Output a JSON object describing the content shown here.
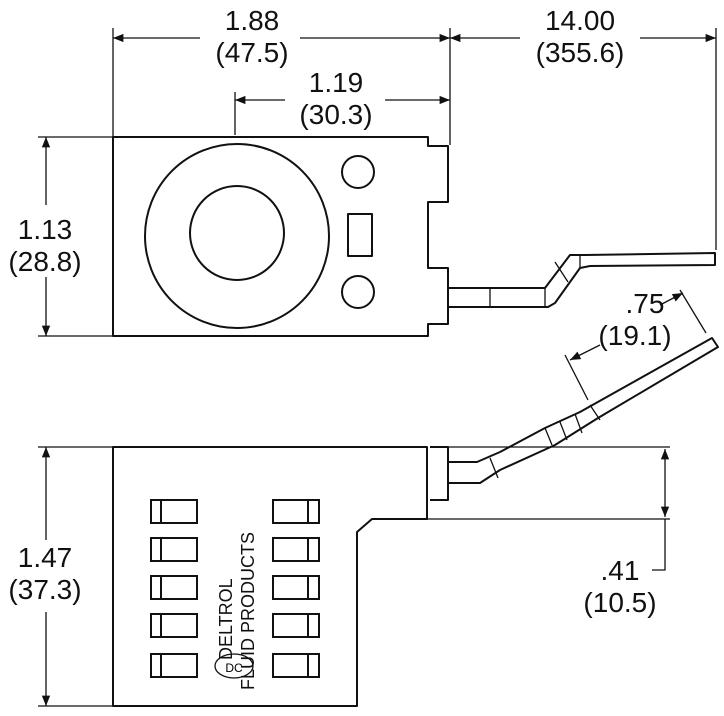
{
  "dimensions": {
    "width_total": {
      "in": "1.88",
      "mm": "(47.5)"
    },
    "lead_length": {
      "in": "14.00",
      "mm": "(355.6)"
    },
    "center_offset": {
      "in": "1.19",
      "mm": "(30.3)"
    },
    "top_height": {
      "in": "1.13",
      "mm": "(28.8)"
    },
    "strip_length": {
      "in": ".75",
      "mm": "(19.1)"
    },
    "side_height": {
      "in": "1.47",
      "mm": "(37.3)"
    },
    "step_height": {
      "in": ".41",
      "mm": "(10.5)"
    }
  },
  "logo": {
    "line1": "DELTROL",
    "line2": "FLUID PRODUCTS",
    "mark": "DC"
  },
  "colors": {
    "line": "#111111",
    "background": "#ffffff"
  }
}
